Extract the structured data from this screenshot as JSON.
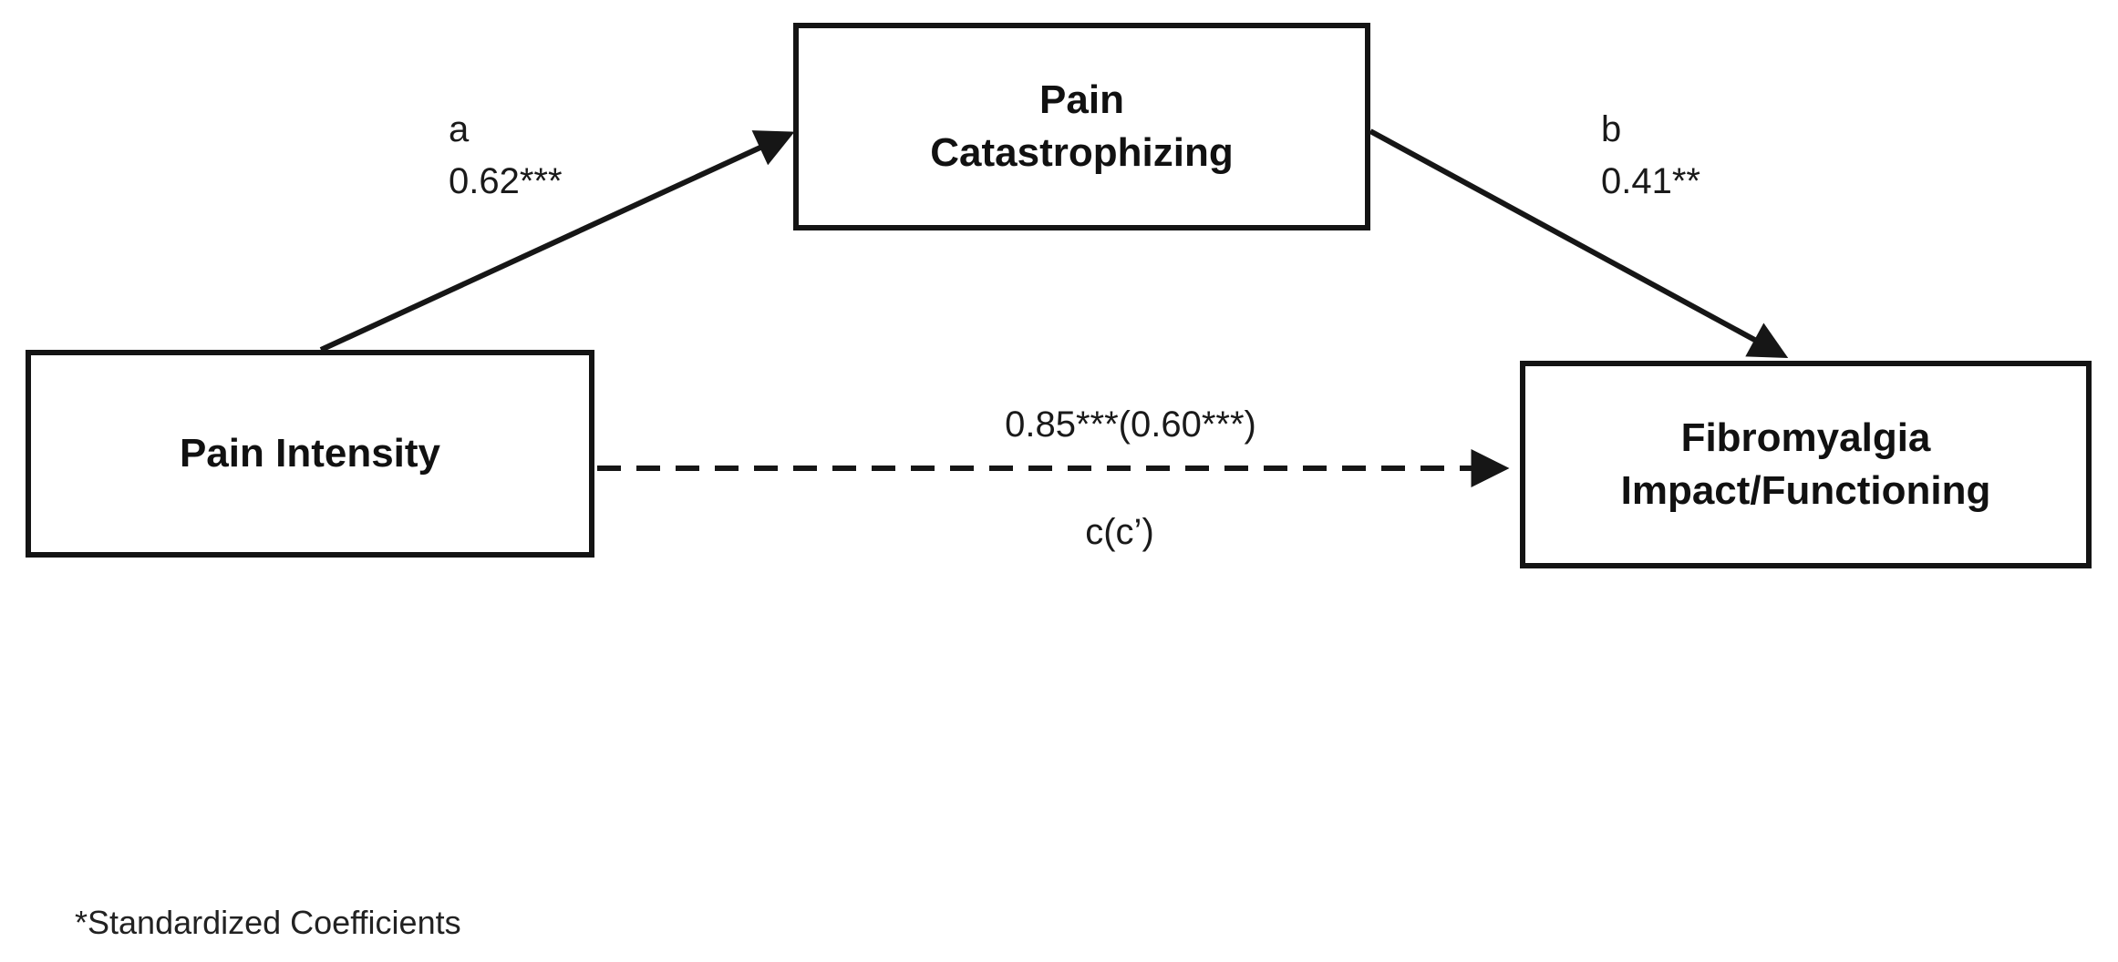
{
  "figure": {
    "boxes": {
      "predictor": {
        "label": "Pain Intensity"
      },
      "mediator": {
        "label": "Pain\nCatastrophizing"
      },
      "outcome": {
        "label": "Fibromyalgia\nImpact/Functioning"
      }
    },
    "paths": {
      "a": {
        "letter": "a",
        "coefficient": "0.62***"
      },
      "b": {
        "letter": "b",
        "coefficient": "0.41**"
      },
      "c": {
        "coefficient": "0.85***(0.60***)",
        "letter": "c(c’)"
      }
    },
    "footnote": "*Standardized Coefficients",
    "colors": {
      "ink": "#161616",
      "background": "#ffffff"
    }
  }
}
